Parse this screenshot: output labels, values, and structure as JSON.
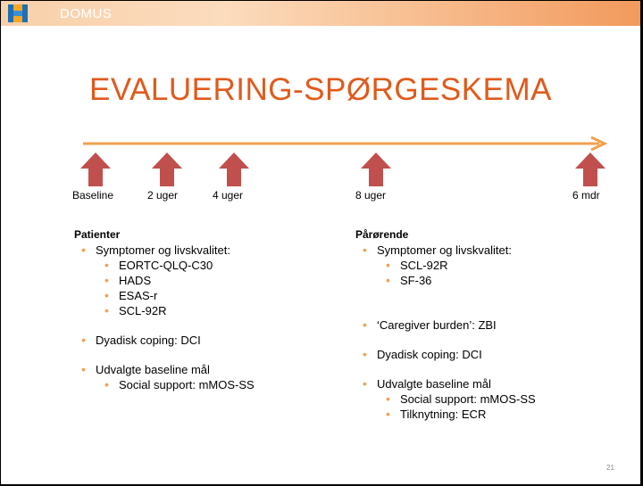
{
  "header": {
    "brand": "DOMUS",
    "colors": {
      "bar_start": "#fbdcbd",
      "bar_end": "#f29a5c"
    }
  },
  "title": "EVALUERING-SPØRGESKEMA",
  "timeline": {
    "arrow_color": "#f0a050",
    "marker_color": "#c0504d",
    "labels": [
      "Baseline",
      "2 uger",
      "4 uger",
      "8 uger",
      "6 mdr"
    ]
  },
  "patients": {
    "heading": "Patienter",
    "symptoms_label": "Symptomer og livskvalitet:",
    "symptom_items": [
      "EORTC-QLQ-C30",
      "HADS",
      "ESAS-r",
      "SCL-92R"
    ],
    "dyadic": "Dyadisk coping: DCI",
    "baseline_label": "Udvalgte baseline mål",
    "baseline_items": [
      "Social support: mMOS-SS"
    ]
  },
  "relatives": {
    "heading": "Pårørende",
    "symptoms_label": "Symptomer og livskvalitet:",
    "symptom_items": [
      "SCL-92R",
      "SF-36"
    ],
    "caregiver": "‘Caregiver burden’: ZBI",
    "dyadic": "Dyadisk coping: DCI",
    "baseline_label": "Udvalgte baseline mål",
    "baseline_items": [
      "Social support: mMOS-SS",
      "Tilknytning: ECR"
    ]
  },
  "page_number": "21"
}
